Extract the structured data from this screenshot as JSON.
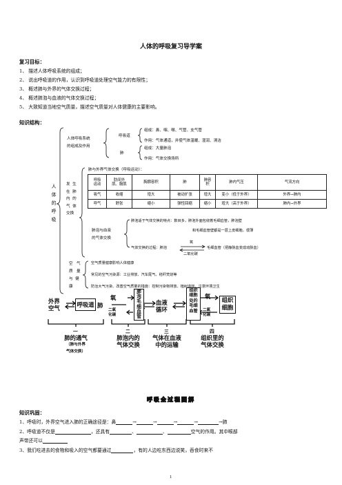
{
  "title": "人体的呼吸复习导学案",
  "goals": {
    "heading": "复习目标：",
    "items": [
      "1、 描述人体呼吸系统的组成；",
      "2、 说出呼吸道的作用，认识到呼吸道处理空气能力的有限性；",
      "3、 概述肺与外界的气体交换过程；",
      "4、 概述肺泡与血液的气体交换过程；",
      "5、 大致知道当地空气质量，描述空气质量对人体健康的主要影响。"
    ]
  },
  "structure": {
    "heading": "知识结构：",
    "root": [
      "人",
      "体",
      "的",
      "呼",
      "吸"
    ],
    "system_label": [
      "人体呼吸系统",
      "的组成及作用"
    ],
    "airway": "呼吸道",
    "airway_comp": "组成：鼻、咽、喉、气管、支气管",
    "airway_func": "作用：气体通道，并使气体温暖、湿润、清洁",
    "lung": "肺",
    "lung_comp": "组成：大量肺泡",
    "lung_func": "作用：气体交换场所",
    "exchange_label": [
      "发",
      "生",
      "在",
      "肺",
      "内",
      "的",
      "气",
      "体",
      "交",
      "换"
    ],
    "lung_external": "肺与外界气体交换（呼吸运动）：",
    "table": {
      "header": [
        [
          "呼吸",
          "运动"
        ],
        [
          "肋间外",
          "肌、膈肌"
        ],
        [
          "胸廓容积"
        ],
        [
          "肺"
        ],
        [
          "肺容",
          "积"
        ],
        [
          "肺内气压"
        ],
        [
          "气流方向"
        ]
      ],
      "rows": [
        [
          "吸气",
          "收缩",
          "增大",
          "被动扩张",
          "增大",
          "变小（低于外界）",
          "外界→肺内"
        ],
        [
          "呼气",
          "舒张",
          "缩小",
          "弹性回缩",
          "缩小",
          "增大（高于外界）",
          "肺内→外界"
        ]
      ]
    },
    "alveoli_label": [
      "肺泡与血液",
      "的气体交换"
    ],
    "alveoli_feature": [
      "肺泡适于气体交换的特点：数目多，肺泡外面包绕着毛细血管，肺泡壁",
      "和毛细血管壁都是一层上皮细胞，很薄"
    ],
    "alveoli_process_a": "气体交换的过程：肺泡",
    "alveoli_process_b": "毛细血管（把静脉血变成动脉血）",
    "oxygen": "氧",
    "co2": "二氧化碳",
    "air_label": [
      "空",
      "气",
      "质",
      "量",
      "与",
      "健",
      "康"
    ],
    "air_items": [
      "空气质量健康影响人体健康",
      "常见的空气污染源：工业排放、汽车尾气、秸秆焚烧等",
      "防治大气污染、改善空气质量的措施：控制污染物排放、植树造林、注意环境卫生"
    ]
  },
  "flow": {
    "outside_air": [
      "外界",
      "空气"
    ],
    "airway": "呼吸道",
    "lung": "肺",
    "o2": "氧",
    "co2": [
      "二氧",
      "化碳"
    ],
    "alveolar_cap": [
      "肺",
      "泡",
      "毛",
      "细",
      "血",
      "管"
    ],
    "blood_circ": [
      "血液",
      "循环"
    ],
    "tissue_cap": [
      "组",
      "织",
      "细",
      "胞",
      "处",
      "的",
      "毛",
      "细",
      "血",
      "管"
    ],
    "tissue_cell": [
      "组织",
      "细胞"
    ],
    "num1": "一",
    "num2": "二",
    "num3": "三",
    "num4": "四",
    "stage1": [
      "肺的通气",
      "（肺与外界",
      "气体交换）"
    ],
    "stage2": [
      "肺泡内的",
      "气体交换"
    ],
    "stage3": [
      "气体在血液",
      "中的运输"
    ],
    "stage4": [
      "组织里的",
      "气体交换"
    ],
    "caption": "呼吸全过程图解"
  },
  "practice": {
    "heading": "知识巩固：",
    "q1a": "1、呼吸时，外界空气进入肺的正确途径是：鼻",
    "q1end": "肺",
    "q2a": "2、呼吸道不仅是",
    "q2b": "，还具有",
    "q2c": "、",
    "q2d": "、",
    "q2e": "空气的作用。其中喉部",
    "q2f": "声带还可以",
    "q3a": "3、我们吃进去的食物和吸入的空气都要通过",
    "q3b": "，有的人边吃东西边说笑，吞食时来不"
  },
  "page_number": "1"
}
